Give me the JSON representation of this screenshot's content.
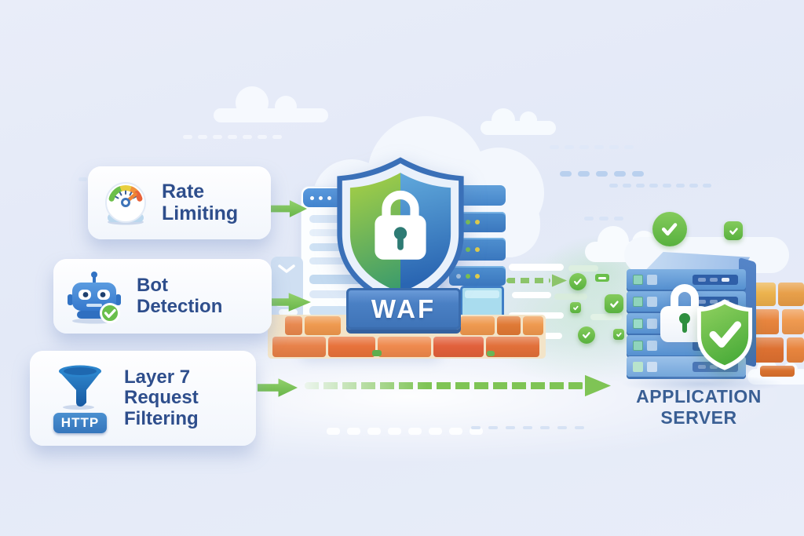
{
  "features": [
    {
      "label": "Rate Limiting",
      "icon": "gauge-icon"
    },
    {
      "label": "Bot Detection",
      "icon": "robot-check-icon"
    },
    {
      "label": "Layer 7 Request Filtering",
      "icon": "funnel-icon",
      "badge": "HTTP"
    }
  ],
  "waf": {
    "label": "WAF",
    "icon": "shield-lock-icon"
  },
  "app_server": {
    "label": "APPLICATION SERVER",
    "icon": "server-stack-icon"
  },
  "decorative_icons": [
    "gauge-icon",
    "robot-check-icon",
    "funnel-icon",
    "shield-lock-icon",
    "padlock-icon",
    "green-shield-check-icon",
    "check-icon",
    "brick-wall",
    "browser-window",
    "server-rack",
    "monitor-icon",
    "chevron-down-icon",
    "cloud",
    "dashed-arrow",
    "arrow-icon"
  ],
  "colors": {
    "background": "#e7ecf8",
    "card_text": "#2e4e8c",
    "accent_green": "#6abf4b",
    "accent_blue": "#4a80c4",
    "brick_orange": "#e8853e",
    "shield_green": "#4aa96c",
    "shield_blue": "#2e6cb5",
    "server_label_text": "#3a5f94"
  }
}
